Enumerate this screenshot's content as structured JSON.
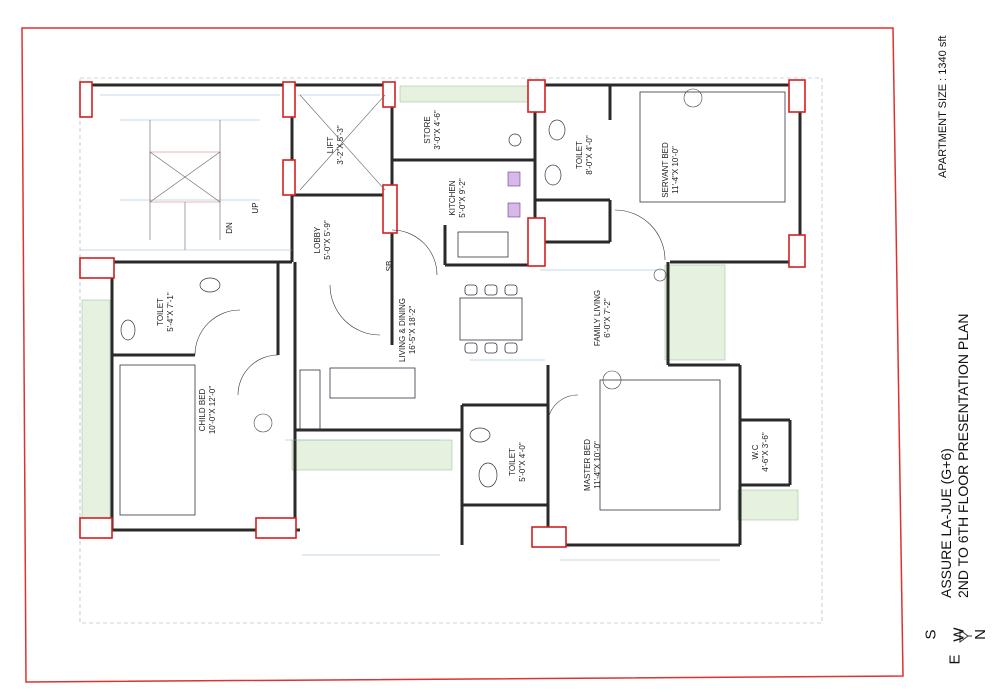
{
  "title_block": {
    "apartment_size": "APARTMENT SIZE : 1340 sft",
    "project_name": "ASSURE LA-JUE (G+6)",
    "plan_subtitle": "2ND TO 6TH FLOOR PRESENTATION PLAN"
  },
  "compass": {
    "south": "S",
    "west": "W",
    "east": "E",
    "north": "N"
  },
  "rooms": {
    "lift": "LIFT\n3'-2\"X 5'-3\"",
    "lobby": "LOBBY\n5'-0\"X 5'-9\"",
    "toilet_1": "TOILET\n5'-4\"X 7'-1\"",
    "child_bed": "CHILD BED\n10'-0\"X 12'-0\"",
    "living_dining": "LIVING & DINING\n16'-5\"X 18'-2\"",
    "kitchen": "KITCHEN\n5'-0\"X 9'-2\"",
    "cloth_store": "STORE\n3'-0\"X 4'-6\"",
    "family_living": "FAMILY LIVING\n6'-0\"X 7'-2\"",
    "toilet_2": "TOILET\n5'-0\"X 4'-0\"",
    "master_bed": "MASTER BED\n11'-4\"X 10'-0\"",
    "toilet_3": "TOILET\n8'-0\"X 4'-0\"",
    "servant_bed": "SERVANT BED\n11'-4\"X 10'-0\"",
    "wc": "W.C\n4'-6\"X 3'-6\"",
    "stair_dn": "DN",
    "stair_up": "UP",
    "sb": "SB"
  }
}
